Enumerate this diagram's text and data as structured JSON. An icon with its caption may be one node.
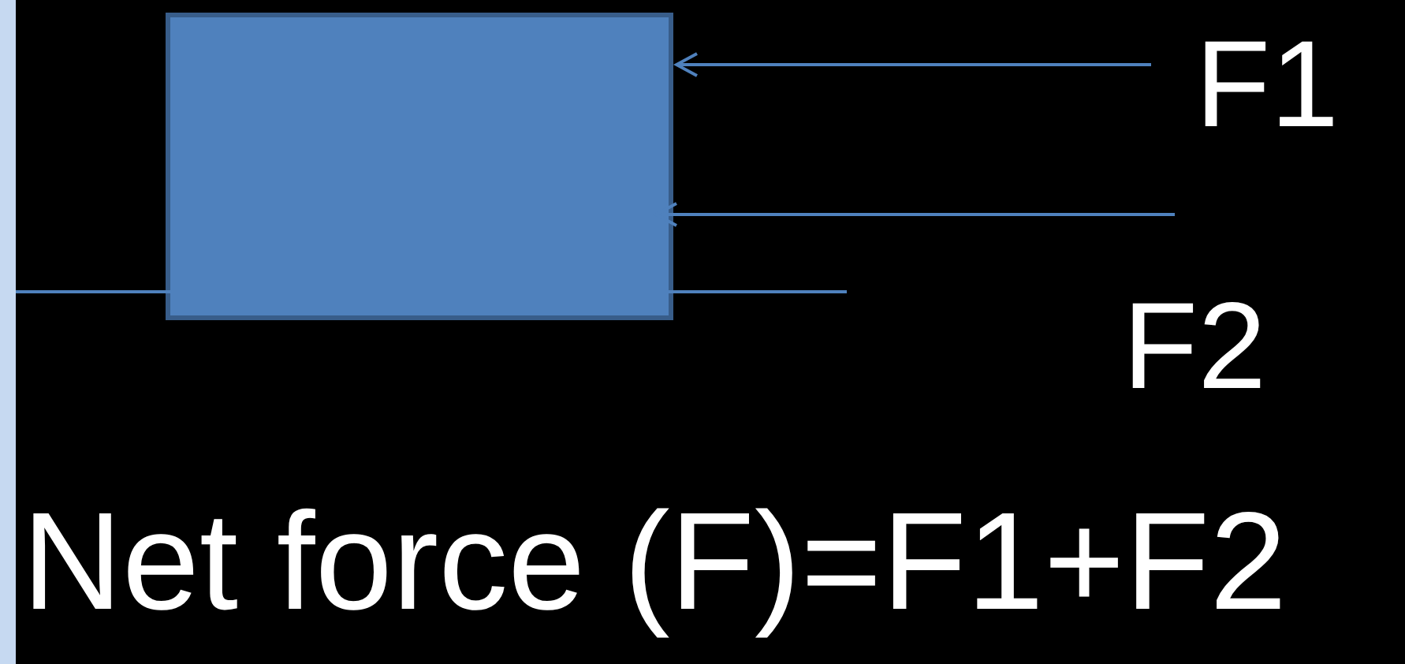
{
  "diagram": {
    "nodes": [
      {
        "text": [],
        "shape": "box"
      }
    ],
    "labels": [
      "F1",
      "F2",
      "Net force (F)=F1+F2"
    ]
  }
}
